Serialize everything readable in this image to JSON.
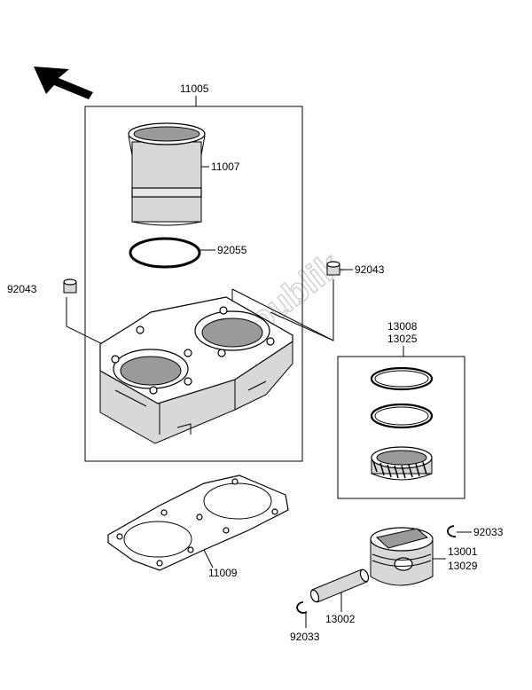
{
  "labels": {
    "cylinder_assembly": "11005",
    "liner": "11007",
    "oring": "92055",
    "dowel_left": "92043",
    "dowel_right": "92043",
    "ring_set_a": "13008",
    "ring_set_b": "13025",
    "gasket": "11009",
    "circlip_right": "92033",
    "piston_a": "13001",
    "piston_b": "13029",
    "pin": "13002",
    "circlip_left": "92033"
  },
  "watermark": "PartsRepublik",
  "icons": {
    "direction_arrow": "front-direction-arrow-icon"
  }
}
